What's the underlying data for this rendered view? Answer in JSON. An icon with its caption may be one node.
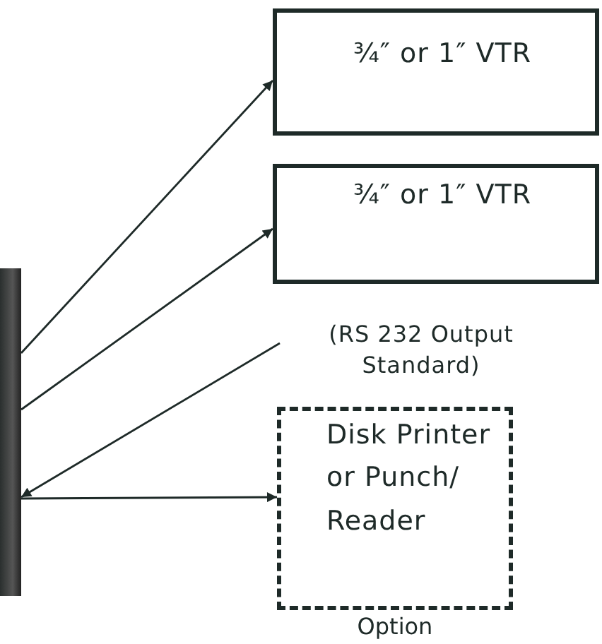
{
  "diagram": {
    "nodes": [
      {
        "text": [],
        "shape": "bar"
      },
      {
        "text": [
          "¾″ or 1″ VTR"
        ]
      },
      {
        "text": [
          "¾″ or 1″ VTR"
        ]
      },
      {
        "text": [
          "(RS 232 Output Standard)"
        ]
      },
      {
        "text": [
          "Disk Printer or Punch/ Reader"
        ],
        "beside": [
          "Option"
        ]
      }
    ],
    "edges": [
      {
        "from": 0,
        "to": 1,
        "arrow": "to"
      },
      {
        "from": 0,
        "to": 2,
        "arrow": "to"
      },
      {
        "from": 3,
        "to": 0,
        "arrow": "to"
      },
      {
        "from": 0,
        "to": 4,
        "arrow": "to"
      }
    ]
  }
}
